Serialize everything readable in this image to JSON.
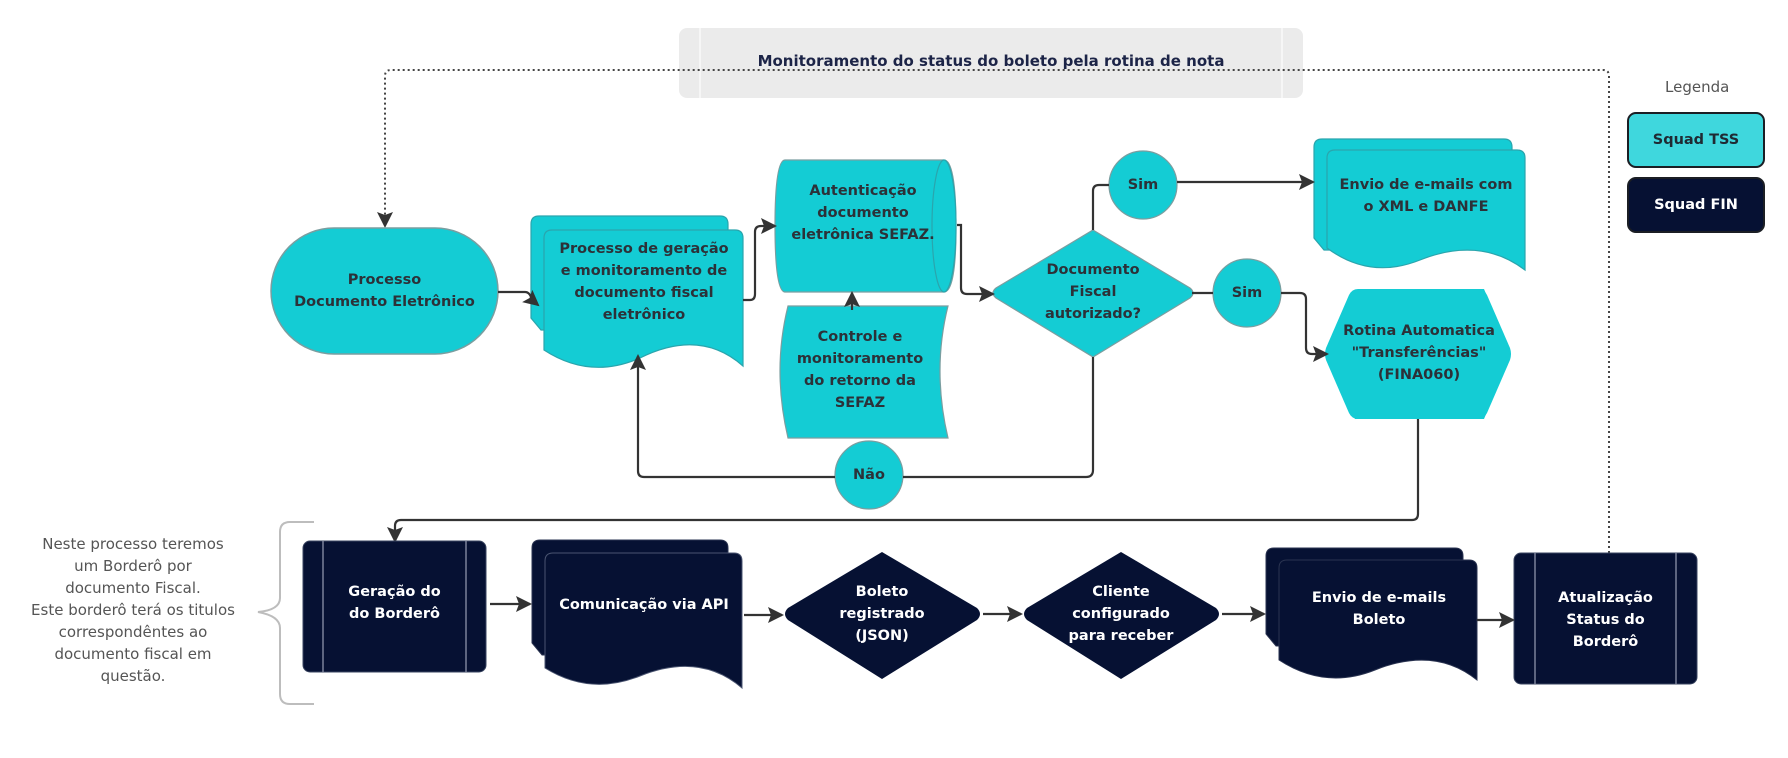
{
  "colors": {
    "tss": "#14ccd4",
    "tss_legend": "#3fd7dd",
    "fin": "#061133",
    "connector": "#333333",
    "banner_bg": "#ebebeb",
    "note_brace": "#bdbdbd"
  },
  "banner": {
    "text": "Monitoramento do status do boleto pela rotina de nota"
  },
  "legend": {
    "title": "Legenda",
    "items": [
      {
        "label": "Squad TSS",
        "squad": "tss"
      },
      {
        "label": "Squad FIN",
        "squad": "fin"
      }
    ]
  },
  "tss_flow": {
    "processo_documento": "Processo\nDocumento Eletrônico",
    "processo_geracao": "Processo de geração\ne monitoramento de\ndocumento fiscal\neletrônico",
    "autenticacao": "Autenticação\ndocumento\neletrônica SEFAZ.",
    "controle": "Controle e\nmonitoramento\ndo retorno da\nSEFAZ",
    "decisao": "Documento\nFiscal\nautorizado?",
    "sim_top": "Sim",
    "sim_mid": "Sim",
    "nao": "Não",
    "envio_xml": "Envio de e-mails com\no XML e DANFE",
    "rotina": "Rotina Automatica\n\"Transferências\"\n(FINA060)"
  },
  "fin_flow": {
    "geracao_bordero": "Geração do\ndo Borderô",
    "comunicacao_api": "Comunicação via API",
    "boleto_registrado": "Boleto\nregistrado\n(JSON)",
    "cliente_configurado": "Cliente\nconfigurado\npara receber",
    "envio_boleto": "Envio de e-mails\nBoleto",
    "atualizacao_status": "Atualização\nStatus do\nBorderô"
  },
  "note": {
    "text": "Neste processo teremos\num Borderô por\ndocumento Fiscal.\nEste borderô terá os titulos\ncorrespondêntes ao\ndocumento fiscal em\nquestão."
  }
}
